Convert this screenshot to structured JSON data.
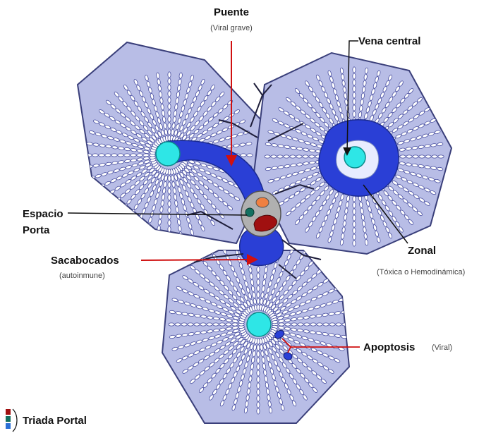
{
  "diagram": {
    "labels": {
      "puente": "Puente",
      "puente_sub": "(Viral grave)",
      "vena_central": "Vena central",
      "espacio_porta_1": "Espacio",
      "espacio_porta_2": "Porta",
      "sacabocados": "Sacabocados",
      "sacabocados_sub": "(autoinmune)",
      "zonal": "Zonal",
      "zonal_sub": "(Tóxica o Hemodinámica)",
      "apoptosis": "Apoptosis",
      "apoptosis_sub": "(Viral)",
      "triada_portal": "Triada Portal"
    },
    "colors": {
      "lobule_fill": "#b8bde6",
      "lobule_stroke": "#3a3f7a",
      "cord_fill": "#ffffff",
      "cord_stroke": "#4a50a0",
      "necrosis": "#2a3fd6",
      "central_vein": "#2ee6e6",
      "pointer_red": "#d01010",
      "pointer_black": "#111111",
      "portal_gray": "#b0b0b0",
      "artery": "#a01010",
      "vein_orange": "#f08040",
      "duct_green": "#137060"
    }
  }
}
